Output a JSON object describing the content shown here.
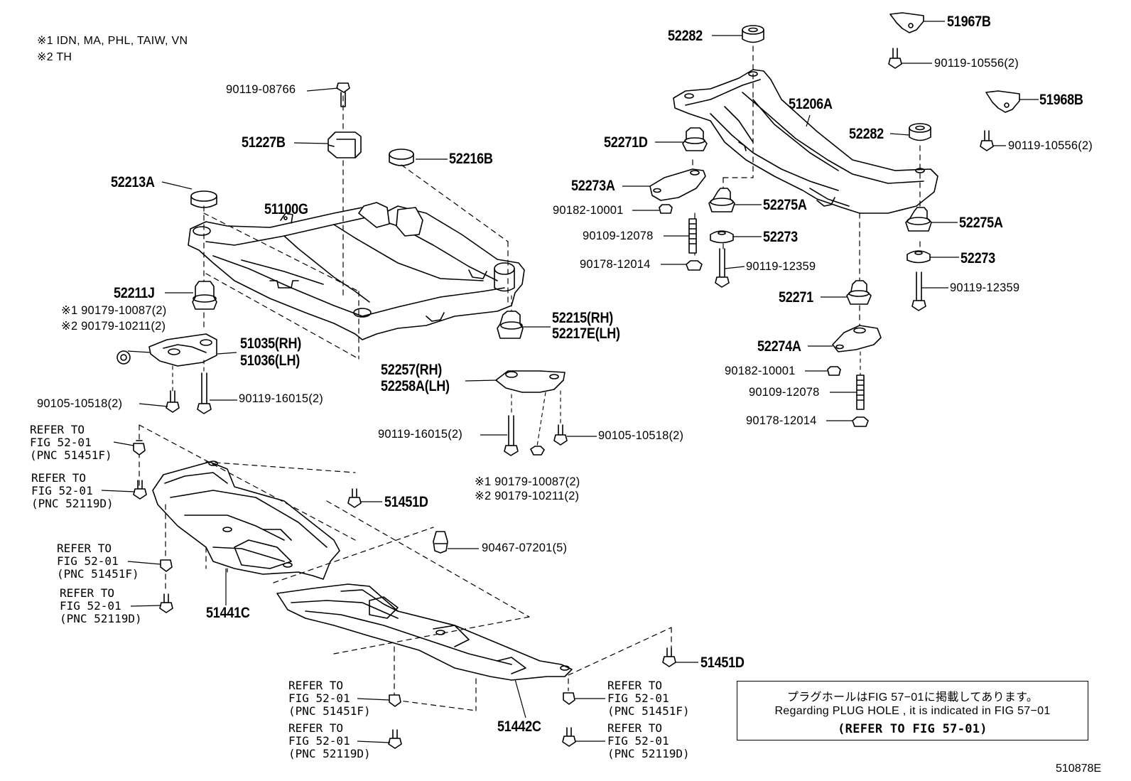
{
  "notes": {
    "n1": "※1 IDN, MA, PHL, TAIW, VN",
    "n2": "※2 TH"
  },
  "labels": {
    "p90119_08766": "90119-08766",
    "p51227B": "51227B",
    "p52213A": "52213A",
    "p51100G": "51100G",
    "p52216B": "52216B",
    "p52211J": "52211J",
    "p1_90179_10087": "※1 90179-10087(2)",
    "p2_90179_10211": "※2 90179-10211(2)",
    "p51035": "51035(RH)",
    "p51036": "51036(LH)",
    "p90105_10518_l": "90105-10518(2)",
    "p90119_16015_l": "90119-16015(2)",
    "p52215": "52215(RH)",
    "p52217E": "52217E(LH)",
    "p52257": "52257(RH)",
    "p52258A": "52258A(LH)",
    "p90119_16015_m": "90119-16015(2)",
    "p90105_10518_m": "90105-10518(2)",
    "p1_90179_10087_m": "※1 90179-10087(2)",
    "p2_90179_10211_m": "※2 90179-10211(2)",
    "p51451D_a": "51451D",
    "p90467_07201": "90467-07201(5)",
    "p51441C": "51441C",
    "p51451D_b": "51451D",
    "p51442C": "51442C",
    "p52282_a": "52282",
    "p51967B": "51967B",
    "p90119_10556_a": "90119-10556(2)",
    "p51206A": "51206A",
    "p51968B": "51968B",
    "p52282_b": "52282",
    "p90119_10556_b": "90119-10556(2)",
    "p52271D": "52271D",
    "p52273A": "52273A",
    "p90182_10001_a": "90182-10001",
    "p52275A_a": "52275A",
    "p90109_12078_a": "90109-12078",
    "p52273_a": "52273",
    "p90178_12014_a": "90178-12014",
    "p90119_12359_a": "90119-12359",
    "p52275A_b": "52275A",
    "p52273_b": "52273",
    "p52271": "52271",
    "p90119_12359_b": "90119-12359",
    "p52274A": "52274A",
    "p90182_10001_b": "90182-10001",
    "p90109_12078_b": "90109-12078",
    "p90178_12014_b": "90178-12014"
  },
  "refs": {
    "r1": [
      "REFER TO",
      "FIG 52-01",
      "(PNC 51451F)"
    ],
    "r2": [
      "REFER TO",
      "FIG 52-01",
      "(PNC 52119D)"
    ],
    "r3": [
      "REFER TO",
      "FIG 52-01",
      "(PNC 51451F)"
    ],
    "r4": [
      "REFER TO",
      "FIG 52-01",
      "(PNC 52119D)"
    ],
    "r5": [
      "REFER TO",
      "FIG 52-01",
      "(PNC 51451F)"
    ],
    "r6": [
      "REFER TO",
      "FIG 52-01",
      "(PNC 52119D)"
    ],
    "r7": [
      "REFER TO",
      "FIG 52-01",
      "(PNC 51451F)"
    ],
    "r8": [
      "REFER TO",
      "FIG 52-01",
      "(PNC 52119D)"
    ]
  },
  "notebox": {
    "line1": "プラグホールはFIG 57−01に掲載してあります。",
    "line2": "Regarding  PLUG  HOLE , it is indicated in FIG  57−01",
    "line3": "(REFER TO FIG 57-01)"
  },
  "figure_id": "510878E"
}
